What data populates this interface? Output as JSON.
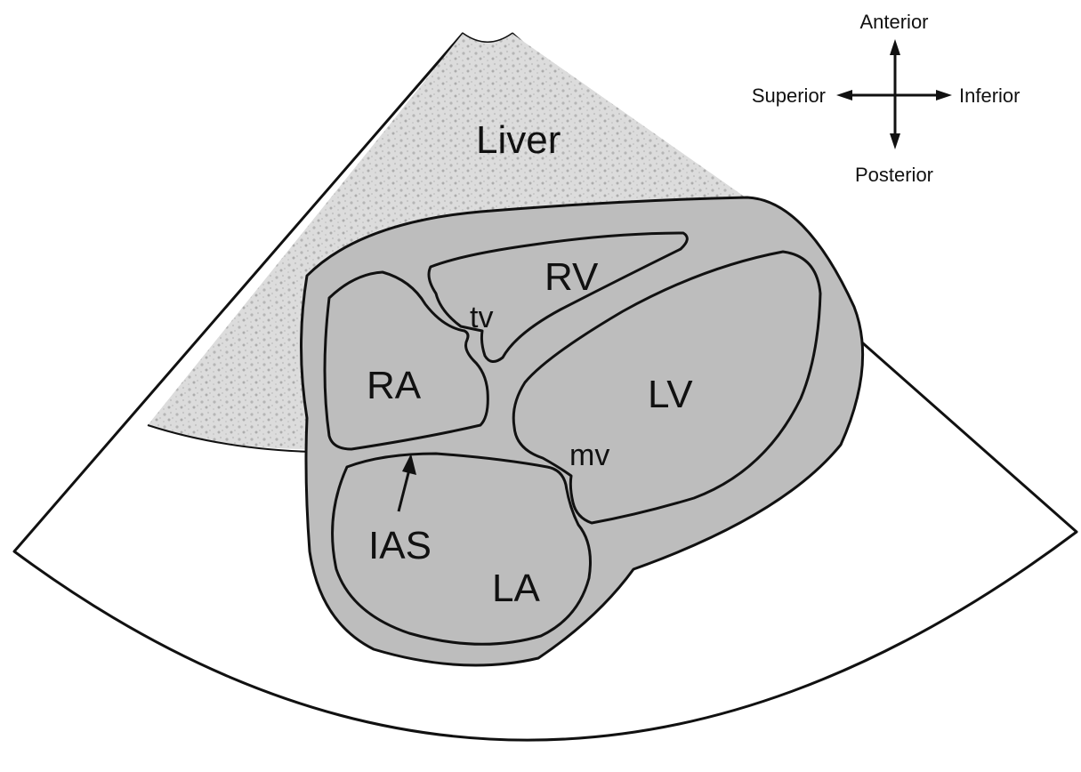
{
  "diagram": {
    "labels": {
      "liver": "Liver",
      "rv": "RV",
      "tv": "tv",
      "ra": "RA",
      "lv": "LV",
      "mv": "mv",
      "ias": "IAS",
      "la": "LA"
    },
    "orientation": {
      "anterior": "Anterior",
      "superior": "Superior",
      "inferior": "Inferior",
      "posterior": "Posterior"
    },
    "colors": {
      "myocardium": "#bdbdbd",
      "liver": "#d6d6d6",
      "outline": "#111111",
      "background": "#ffffff"
    }
  }
}
